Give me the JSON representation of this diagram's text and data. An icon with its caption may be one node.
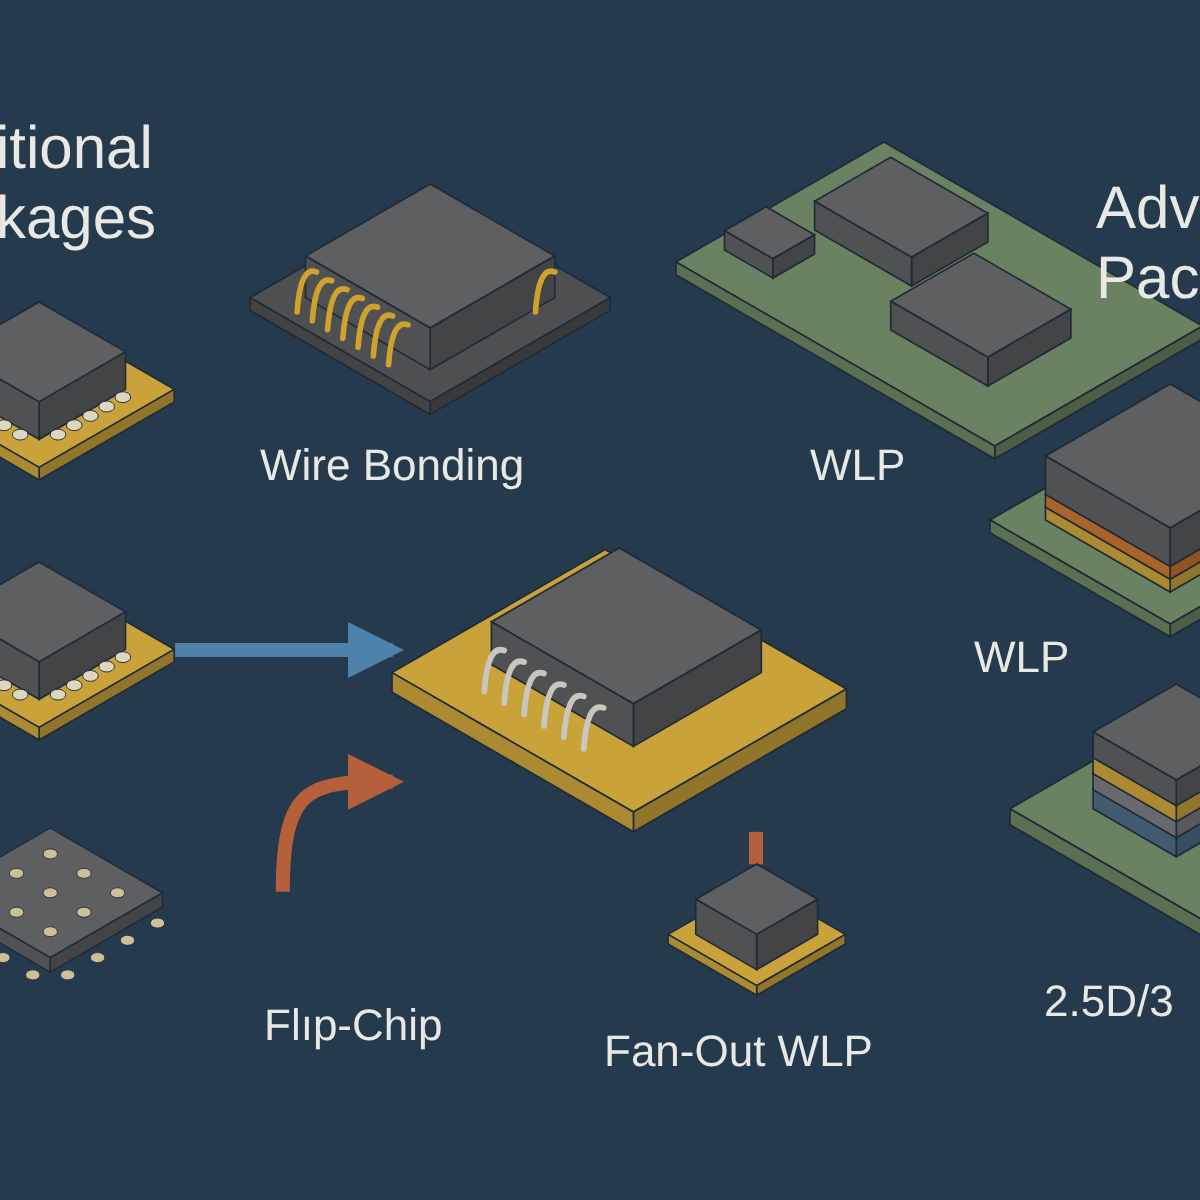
{
  "diagram": {
    "nodes": [
      {
        "text": [],
        "shape": "picture"
      },
      {
        "text": [],
        "shape": "picture"
      },
      {
        "text": [],
        "shape": "picture"
      },
      {
        "text": [],
        "shape": "picture",
        "beside": [
          "Wire Bonding"
        ]
      },
      {
        "text": [],
        "shape": "picture",
        "beside": [
          "WLP"
        ]
      },
      {
        "text": [],
        "shape": "picture"
      },
      {
        "text": [],
        "shape": "picture",
        "beside": [
          "Fan-Out WLP"
        ]
      },
      {
        "text": [],
        "shape": "picture",
        "beside": [
          "WLP"
        ]
      },
      {
        "text": [],
        "shape": "picture",
        "beside": [
          "2.5D/3"
        ]
      }
    ],
    "edges": [
      {
        "from": 1,
        "to": 5,
        "arrow": "to",
        "color": "#4f82aa"
      },
      {
        "from": null,
        "to": 5,
        "arrow": "to",
        "color": "#b5603a"
      },
      {
        "from": 5,
        "to": 6,
        "arrow": "none",
        "color": "#b5603a"
      }
    ],
    "labels": [
      "itional kages",
      "Adv Pac",
      "Flıp-Chip"
    ]
  }
}
